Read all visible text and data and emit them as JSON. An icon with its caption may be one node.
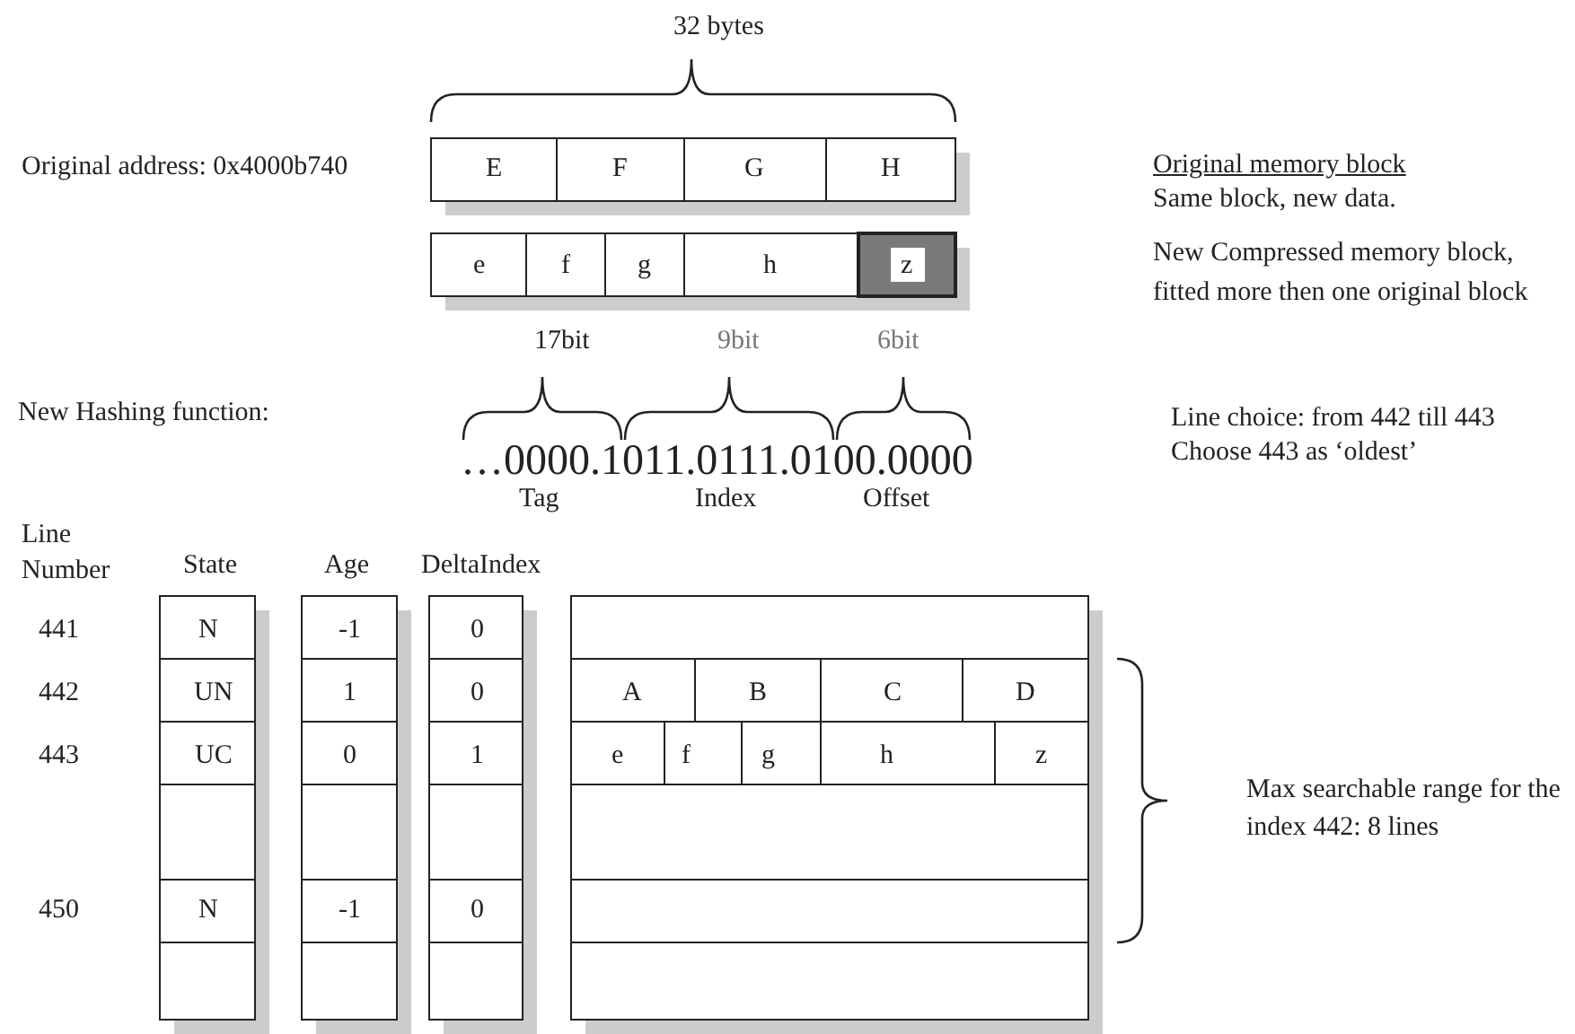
{
  "diagram": {
    "labels": [
      "32 bytes",
      "Original address:  0x4000b740",
      "E",
      "F",
      "G",
      "H",
      "Original memory block",
      "Same block, new data.",
      "e",
      "f",
      "g",
      "h",
      "z",
      "New Compressed memory block, fitted more then one original block",
      "17bit",
      "9bit",
      "6bit",
      "New Hashing function:",
      "…0000.1011.0111.0100.0000",
      "Tag",
      "Index",
      "Offset",
      "Line choice: from 442 till 443",
      "Choose 443 as ‘oldest’",
      "Line Number",
      "State",
      "Age",
      "DeltaIndex",
      "441",
      "N",
      "-1",
      "0",
      "442",
      "UN",
      "1",
      "0",
      "A",
      "B",
      "C",
      "D",
      "443",
      "UC",
      "0",
      "1",
      "e",
      "f",
      "g",
      "h",
      "z",
      "Max searchable range for the index 442: 8 lines",
      "450",
      "N",
      "-1",
      "0"
    ]
  }
}
